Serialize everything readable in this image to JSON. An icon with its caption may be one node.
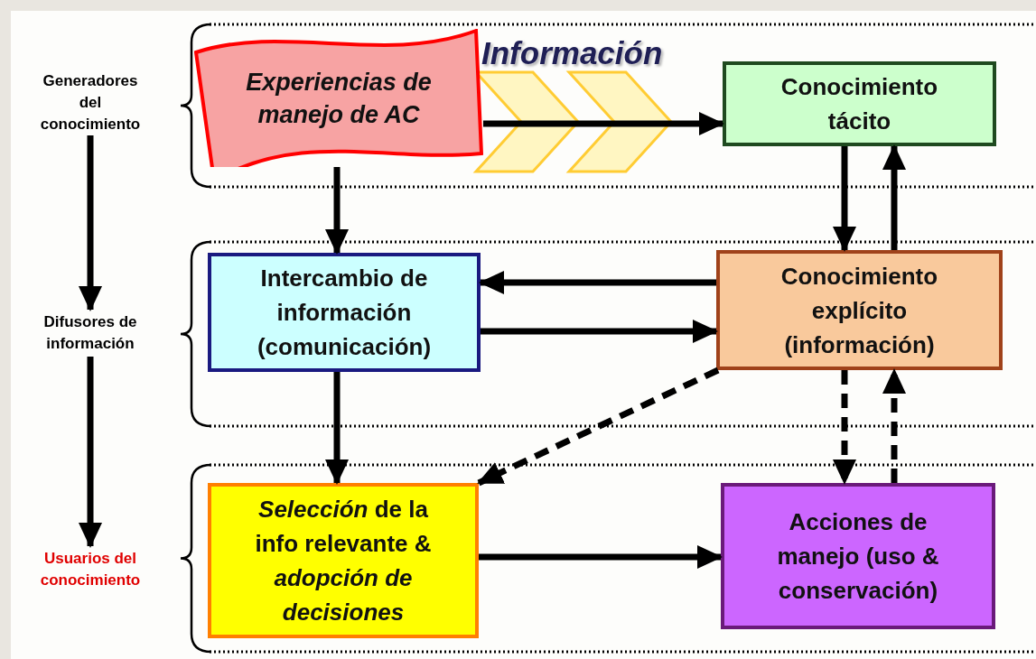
{
  "diagram": {
    "nodes": [
      {
        "text": [
          "Generadores del conocimiento"
        ]
      },
      {
        "text": [
          "Experiencias de manejo de AC"
        ]
      },
      {
        "text": [
          "Conocimiento tácito"
        ]
      },
      {
        "text": [
          "Difusores de información"
        ]
      },
      {
        "text": [
          "Intercambio de información (comunicación)"
        ]
      },
      {
        "text": [
          "Conocimiento explícito (información)"
        ]
      },
      {
        "text": [
          "Usuarios del conocimiento"
        ]
      },
      {
        "text": [
          "*Selección* de la info relevante & *adopción de decisiones*"
        ]
      },
      {
        "text": [
          "Acciones de manejo (uso & conservación)"
        ]
      }
    ],
    "edges": [
      {
        "from": 0,
        "to": 3,
        "arrow": "to"
      },
      {
        "from": 3,
        "to": 6,
        "arrow": "to"
      },
      {
        "from": 1,
        "to": 2,
        "arrow": "to"
      },
      {
        "from": 1,
        "to": 4,
        "arrow": "to"
      },
      {
        "from": 2,
        "to": 5,
        "arrow": "to"
      },
      {
        "from": 5,
        "to": 2,
        "arrow": "to"
      },
      {
        "from": 5,
        "to": 4,
        "arrow": "to"
      },
      {
        "from": 4,
        "to": 5,
        "arrow": "to"
      },
      {
        "from": 4,
        "to": 7,
        "arrow": "to"
      },
      {
        "from": 5,
        "to": 7,
        "arrow": "to",
        "style": "dashed"
      },
      {
        "from": 5,
        "to": 8,
        "arrow": "to",
        "style": "dashed"
      },
      {
        "from": 8,
        "to": 5,
        "arrow": "to",
        "style": "dashed"
      },
      {
        "from": 7,
        "to": 8,
        "arrow": "to"
      }
    ],
    "labels": [
      "Información"
    ]
  }
}
